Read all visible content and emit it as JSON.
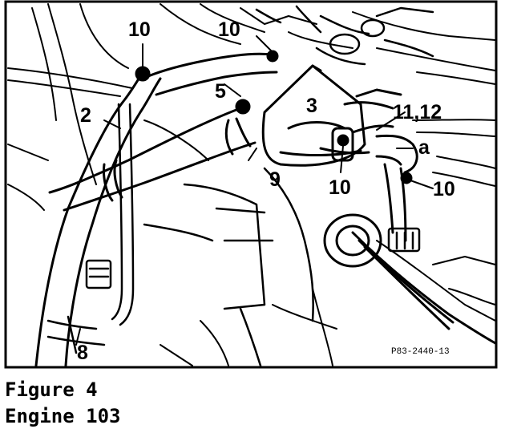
{
  "figure": {
    "callouts": {
      "c10_top_left": "10",
      "c10_top_mid": "10",
      "c5": "5",
      "c2": "2",
      "c3": "3",
      "c11_12": "11,12",
      "ca": "a",
      "c9": "9",
      "c10_center": "10",
      "c10_right": "10",
      "c8": "8"
    },
    "reference_code": "P83-2440-13"
  },
  "caption": {
    "line1": "Figure 4",
    "line2": "Engine 103"
  },
  "colors": {
    "ink": "#000000",
    "paper": "#ffffff"
  }
}
